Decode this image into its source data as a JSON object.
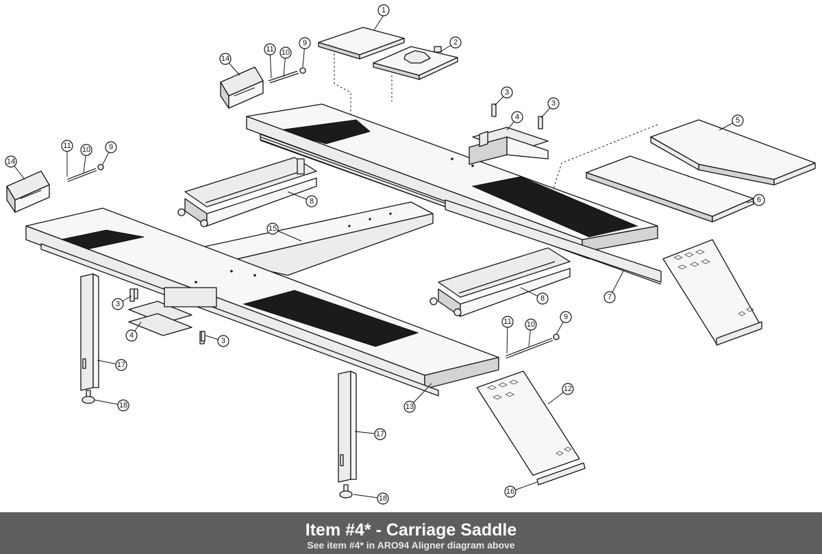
{
  "caption": {
    "title": "Item #4* - Carriage Saddle",
    "subtitle": "See item #4* in ARO94 Aligner diagram above"
  },
  "callouts": [
    "1",
    "2",
    "3",
    "3",
    "4",
    "5",
    "6",
    "7",
    "8",
    "9",
    "10",
    "11",
    "14",
    "11",
    "10",
    "9",
    "14",
    "8",
    "15",
    "3",
    "4",
    "3",
    "7",
    "8",
    "11",
    "10",
    "9",
    "12",
    "13",
    "17",
    "18",
    "17",
    "16",
    "18"
  ]
}
